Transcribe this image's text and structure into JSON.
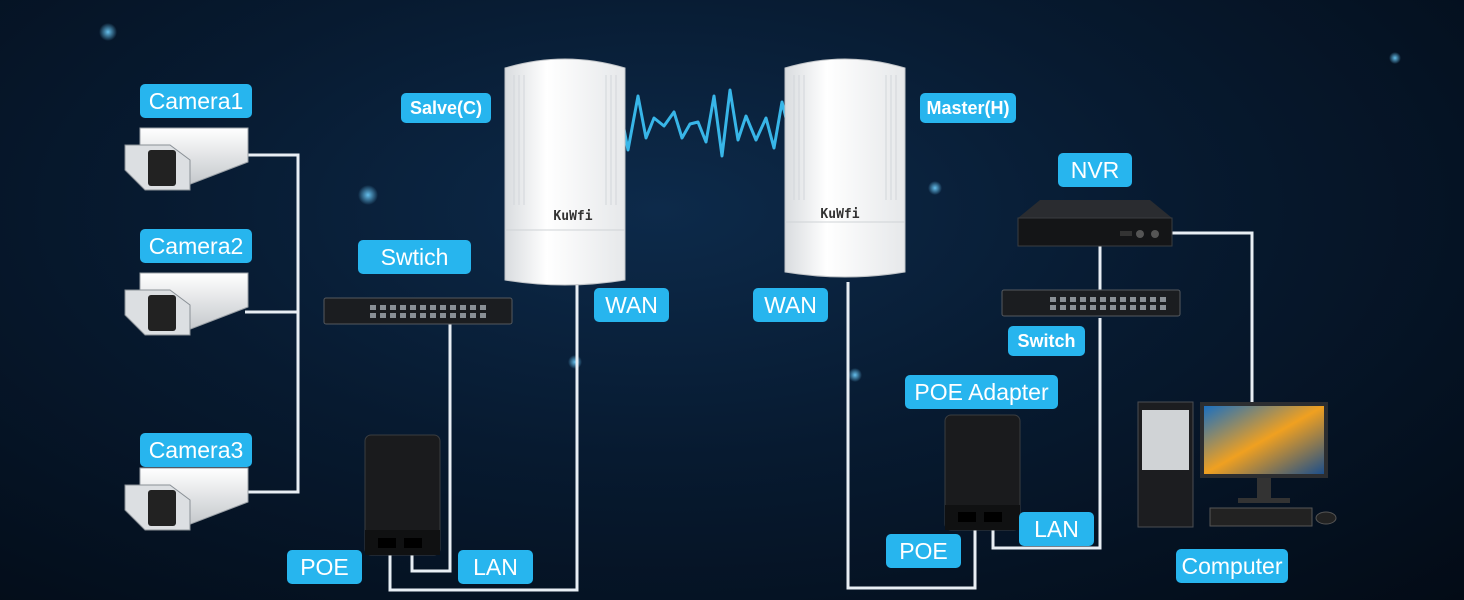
{
  "labels": {
    "camera1": "Camera1",
    "camera2": "Camera2",
    "camera3": "Camera3",
    "slave": "Salve(C)",
    "master": "Master(H)",
    "switch_left": "Swtich",
    "switch_right": "Switch",
    "wan_left": "WAN",
    "wan_right": "WAN",
    "nvr": "NVR",
    "poe_adapter": "POE Adapter",
    "poe_left": "POE",
    "lan_left": "LAN",
    "poe_right": "POE",
    "lan_right": "LAN",
    "computer": "Computer"
  },
  "brand": {
    "left": "KuWfi",
    "right": "KuWfi"
  },
  "colors": {
    "label_bg": "#27b5ee",
    "cable": "#e8eef4",
    "signal": "#38b6e8"
  }
}
